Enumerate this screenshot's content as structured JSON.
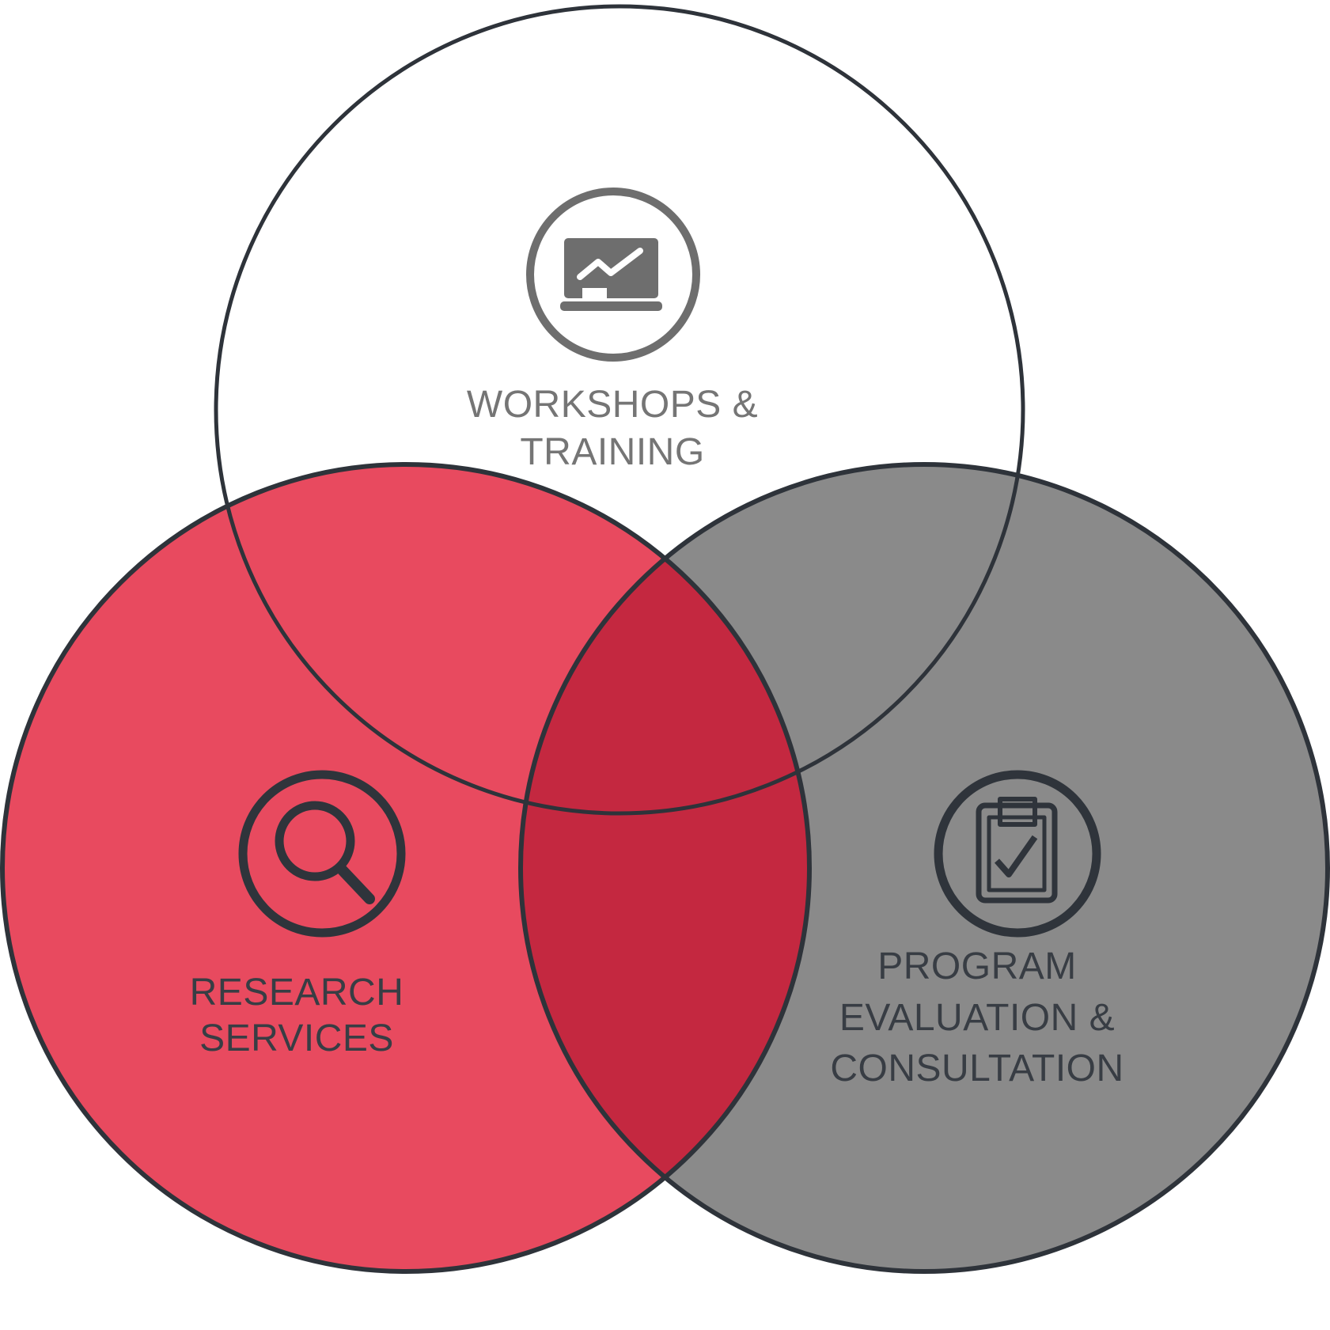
{
  "diagram": {
    "type": "venn-3-circles",
    "colors": {
      "research_fill": "#E84A5F",
      "evaluation_fill": "#8A8A8A",
      "overlap_fill": "#C42840",
      "outline": "#2E333A",
      "workshops_accent": "#6E6E6E",
      "workshops_text": "#757575",
      "label_text": "#383D44",
      "background": "#FFFFFF"
    },
    "sets": [
      {
        "id": "workshops-training",
        "icon": "laptop-chart-icon",
        "label_lines": [
          "WORKSHOPS &",
          "TRAINING"
        ]
      },
      {
        "id": "research-services",
        "icon": "magnifying-glass-icon",
        "label_lines": [
          "RESEARCH",
          "SERVICES"
        ]
      },
      {
        "id": "program-evaluation-consultation",
        "icon": "clipboard-check-icon",
        "label_lines": [
          "PROGRAM",
          "EVALUATION &",
          "CONSULTATION"
        ]
      }
    ]
  }
}
